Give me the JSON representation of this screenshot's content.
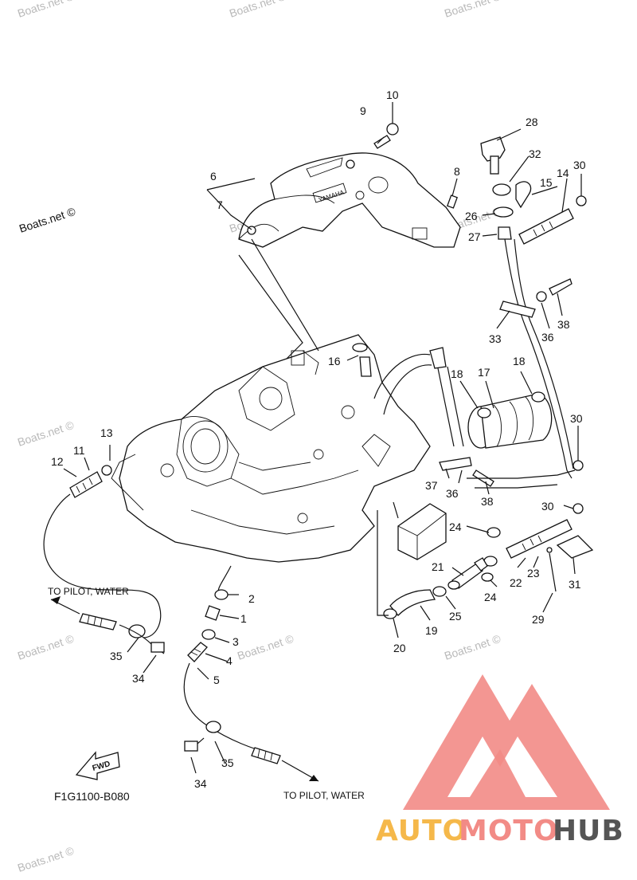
{
  "diagram": {
    "code": "F1G1100-B080",
    "notes": {
      "pilot_left": "TO PILOT, WATER",
      "pilot_bottom": "TO PILOT, WATER",
      "fwd": "FWD",
      "cover_mark": "YAMAHA"
    },
    "callouts": [
      {
        "id": "c1",
        "text": "1"
      },
      {
        "id": "c2",
        "text": "2"
      },
      {
        "id": "c3",
        "text": "3"
      },
      {
        "id": "c4",
        "text": "4"
      },
      {
        "id": "c5",
        "text": "5"
      },
      {
        "id": "c6",
        "text": "6"
      },
      {
        "id": "c7",
        "text": "7"
      },
      {
        "id": "c8",
        "text": "8"
      },
      {
        "id": "c9",
        "text": "9"
      },
      {
        "id": "c10",
        "text": "10"
      },
      {
        "id": "c11",
        "text": "11"
      },
      {
        "id": "c12",
        "text": "12"
      },
      {
        "id": "c13",
        "text": "13"
      },
      {
        "id": "c14",
        "text": "14"
      },
      {
        "id": "c15",
        "text": "15"
      },
      {
        "id": "c16",
        "text": "16"
      },
      {
        "id": "c17",
        "text": "17"
      },
      {
        "id": "c18a",
        "text": "18"
      },
      {
        "id": "c18b",
        "text": "18"
      },
      {
        "id": "c19",
        "text": "19"
      },
      {
        "id": "c20",
        "text": "20"
      },
      {
        "id": "c21",
        "text": "21"
      },
      {
        "id": "c22",
        "text": "22"
      },
      {
        "id": "c23",
        "text": "23"
      },
      {
        "id": "c24a",
        "text": "24"
      },
      {
        "id": "c24b",
        "text": "24"
      },
      {
        "id": "c25",
        "text": "25"
      },
      {
        "id": "c26",
        "text": "26"
      },
      {
        "id": "c27",
        "text": "27"
      },
      {
        "id": "c28",
        "text": "28"
      },
      {
        "id": "c29",
        "text": "29"
      },
      {
        "id": "c30a",
        "text": "30"
      },
      {
        "id": "c30b",
        "text": "30"
      },
      {
        "id": "c30c",
        "text": "30"
      },
      {
        "id": "c31",
        "text": "31"
      },
      {
        "id": "c32",
        "text": "32"
      },
      {
        "id": "c33",
        "text": "33"
      },
      {
        "id": "c34a",
        "text": "34"
      },
      {
        "id": "c34b",
        "text": "34"
      },
      {
        "id": "c35a",
        "text": "35"
      },
      {
        "id": "c35b",
        "text": "35"
      },
      {
        "id": "c36a",
        "text": "36"
      },
      {
        "id": "c36b",
        "text": "36"
      },
      {
        "id": "c37",
        "text": "37"
      },
      {
        "id": "c38a",
        "text": "38"
      },
      {
        "id": "c38b",
        "text": "38"
      }
    ]
  },
  "watermarks": [
    "Boats.net ©",
    "Boats.net ©",
    "Boats.net ©",
    "Boats.net ©",
    "Boats.net ©",
    "Boats.net ©",
    "Boats.net ©",
    "Boats.net ©",
    "Boats.net ©",
    "Boats.net ©",
    "Boats.net ©"
  ],
  "brand": {
    "part1": "AUTO",
    "part2": "MOTO",
    "part3": "HUB",
    "colors": {
      "orange": "#f5b84a",
      "red": "#f28b86",
      "dark": "#555555"
    }
  }
}
